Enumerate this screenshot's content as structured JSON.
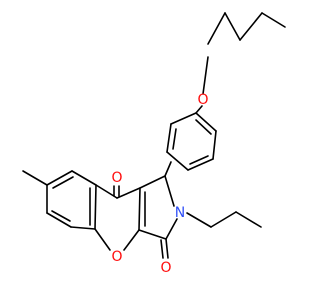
{
  "molecule": {
    "atoms": {
      "ether_oxygen": "O",
      "ketone_oxygen": "O",
      "ring_oxygen": "O",
      "lactam_oxygen": "O",
      "nitrogen": "N"
    },
    "colors": {
      "bond": "#000000",
      "oxygen": "#ff0d0d",
      "nitrogen": "#3050f8",
      "background": "#ffffff"
    }
  }
}
